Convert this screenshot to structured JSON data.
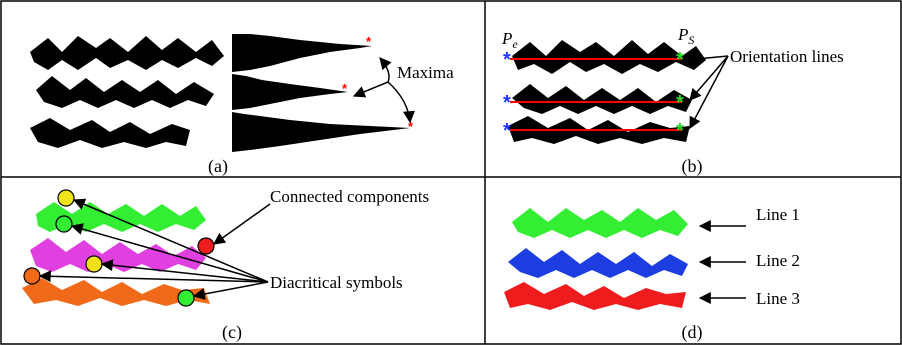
{
  "panels": {
    "a": {
      "caption": "(a)",
      "annotation": "Maxima"
    },
    "b": {
      "caption": "(b)",
      "annotation": "Orientation lines",
      "point_end": "P",
      "point_end_sub": "e",
      "point_start": "P",
      "point_start_sub": "S"
    },
    "c": {
      "caption": "(c)",
      "annotation_components": "Connected components",
      "annotation_diacritics": "Diacritical symbols"
    },
    "d": {
      "caption": "(d)",
      "lines": [
        "Line 1",
        "Line 2",
        "Line 3"
      ]
    }
  },
  "colors": {
    "ink": "#000000",
    "marker_red": "#ff0000",
    "marker_blue": "#2233ff",
    "marker_green": "#22dd22",
    "line_green": "#33ee33",
    "line_magenta": "#e040e0",
    "line_blue": "#1c3ee0",
    "line_orange": "#f06a1a",
    "line_red": "#ee1c1c",
    "diacritic_yellow": "#f2e21a"
  }
}
